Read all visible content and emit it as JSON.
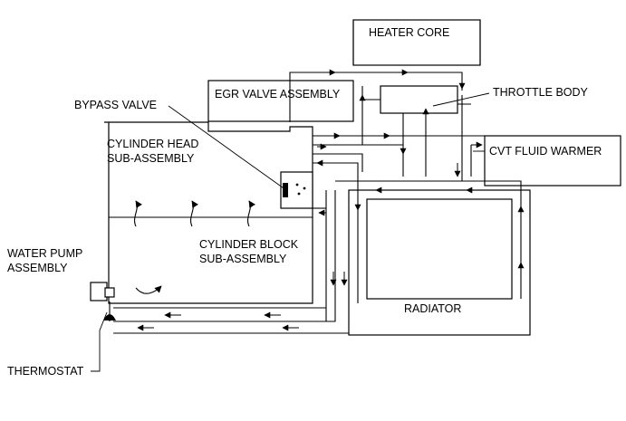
{
  "diagram": {
    "labels": {
      "heater_core": "HEATER CORE",
      "egr_valve": "EGR VALVE ASSEMBLY",
      "throttle_body": "THROTTLE BODY",
      "bypass_valve": "BYPASS VALVE",
      "cylinder_head_1": "CYLINDER HEAD",
      "cylinder_head_2": "SUB-ASSEMBLY",
      "cvt_fluid_warmer": "CVT FLUID WARMER",
      "water_pump_1": "WATER PUMP",
      "water_pump_2": "ASSEMBLY",
      "cylinder_block_1": "CYLINDER BLOCK",
      "cylinder_block_2": "SUB-ASSEMBLY",
      "radiator": "RADIATOR",
      "thermostat": "THERMOSTAT"
    }
  }
}
